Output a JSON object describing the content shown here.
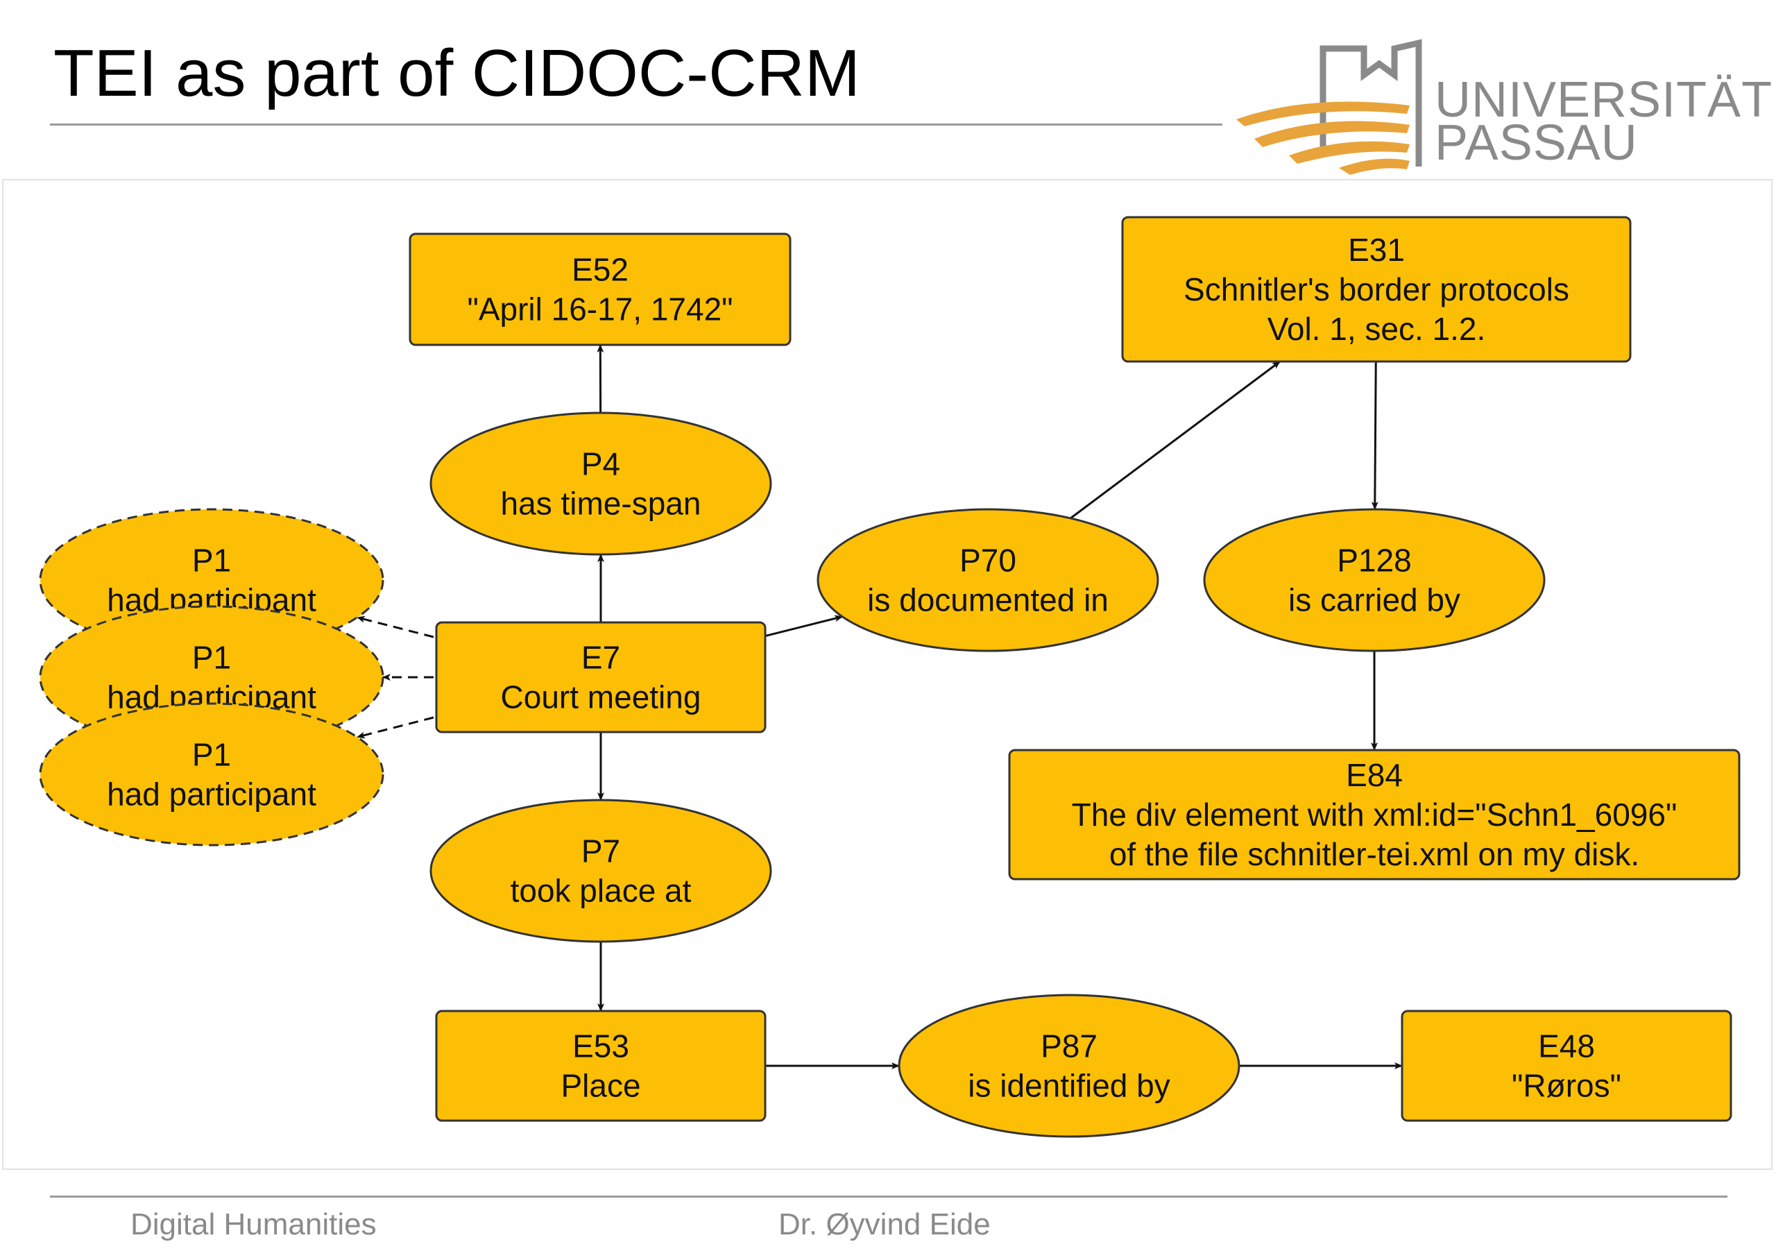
{
  "slide": {
    "title": "TEI as part of CIDOC-CRM"
  },
  "logo": {
    "line1": "UNIVERSITÄT",
    "line2": "PASSAU"
  },
  "footer": {
    "left": "Digital Humanities",
    "center": "Dr. Øyvind Eide"
  },
  "colors": {
    "node_fill": "#fcbf05",
    "node_stroke": "#333333",
    "logo_orange": "#e8a33a",
    "logo_gray": "#8a8a8a"
  },
  "diagram": {
    "nodes": [
      {
        "id": "E52",
        "shape": "box",
        "lines": [
          "E52",
          "\"April 16-17, 1742\""
        ]
      },
      {
        "id": "E31",
        "shape": "box",
        "lines": [
          "E31",
          "Schnitler's border protocols",
          "Vol. 1, sec. 1.2."
        ]
      },
      {
        "id": "P4",
        "shape": "ellipse",
        "lines": [
          "P4",
          "has time-span"
        ]
      },
      {
        "id": "P70",
        "shape": "ellipse",
        "lines": [
          "P70",
          "is documented in"
        ]
      },
      {
        "id": "P128",
        "shape": "ellipse",
        "lines": [
          "P128",
          "is carried by"
        ]
      },
      {
        "id": "E7",
        "shape": "box",
        "lines": [
          "E7",
          "Court meeting"
        ]
      },
      {
        "id": "P1a",
        "shape": "ellipse-dashed",
        "lines": [
          "P1",
          "had participant"
        ]
      },
      {
        "id": "P1b",
        "shape": "ellipse-dashed",
        "lines": [
          "P1",
          "had participant"
        ]
      },
      {
        "id": "P1c",
        "shape": "ellipse-dashed",
        "lines": [
          "P1",
          "had participant"
        ]
      },
      {
        "id": "E84",
        "shape": "box",
        "lines": [
          "E84",
          "The div element with xml:id=\"Schn1_6096\"",
          "of the file schnitler-tei.xml on my disk."
        ]
      },
      {
        "id": "P7",
        "shape": "ellipse",
        "lines": [
          "P7",
          "took place at"
        ]
      },
      {
        "id": "E53",
        "shape": "box",
        "lines": [
          "E53",
          "Place"
        ]
      },
      {
        "id": "P87",
        "shape": "ellipse",
        "lines": [
          "P87",
          "is identified by"
        ]
      },
      {
        "id": "E48",
        "shape": "box",
        "lines": [
          "E48",
          "\"Røros\""
        ]
      }
    ],
    "edges": [
      {
        "from": "E7",
        "to": "P4",
        "style": "solid"
      },
      {
        "from": "P4",
        "to": "E52",
        "style": "solid"
      },
      {
        "from": "E7",
        "to": "P70",
        "style": "solid"
      },
      {
        "from": "P70",
        "to": "E31",
        "style": "solid"
      },
      {
        "from": "E31",
        "to": "P128",
        "style": "solid"
      },
      {
        "from": "P128",
        "to": "E84",
        "style": "solid"
      },
      {
        "from": "E7",
        "to": "P7",
        "style": "solid"
      },
      {
        "from": "P7",
        "to": "E53",
        "style": "solid"
      },
      {
        "from": "E53",
        "to": "P87",
        "style": "solid"
      },
      {
        "from": "P87",
        "to": "E48",
        "style": "solid"
      },
      {
        "from": "E7",
        "to": "P1a",
        "style": "dashed"
      },
      {
        "from": "E7",
        "to": "P1b",
        "style": "dashed"
      },
      {
        "from": "E7",
        "to": "P1c",
        "style": "dashed"
      }
    ]
  }
}
